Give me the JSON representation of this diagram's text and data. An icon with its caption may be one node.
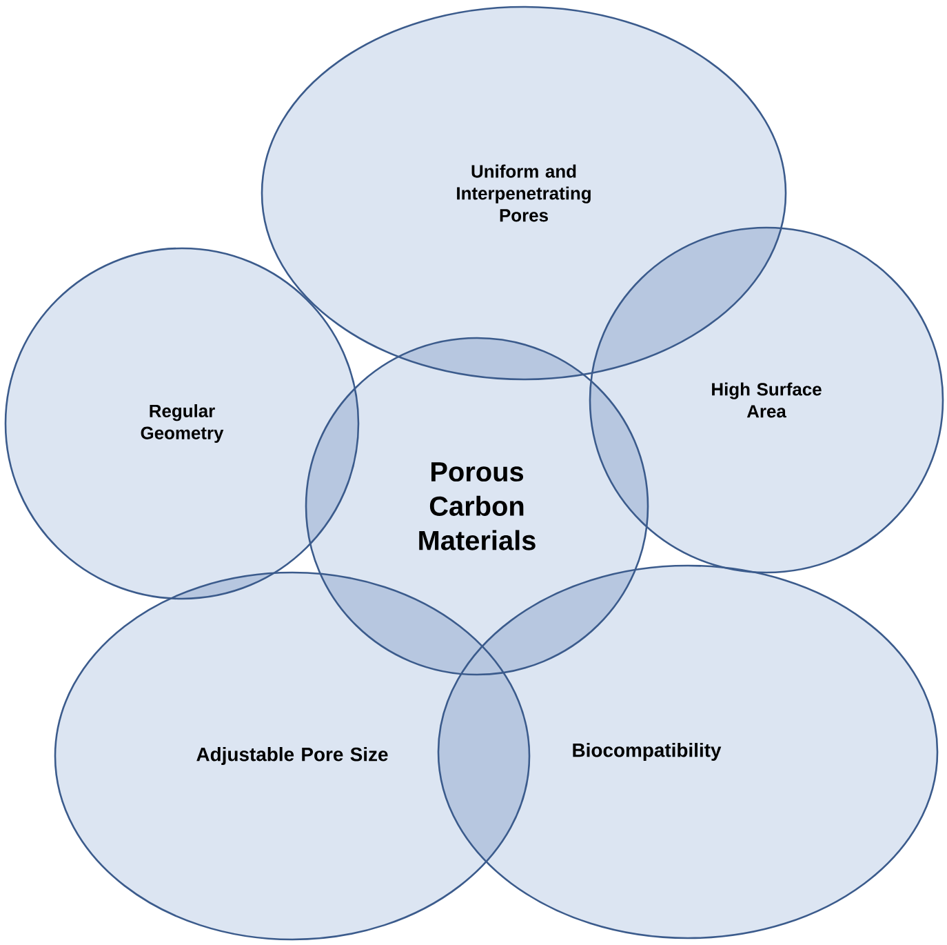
{
  "diagram": {
    "nodes": [
      {
        "text": [
          "Uniform and Interpenetrating Pores"
        ]
      },
      {
        "text": [
          "Regular Geometry"
        ]
      },
      {
        "text": [
          "High Surface Area"
        ]
      },
      {
        "text": [
          "Porous Carbon Materials"
        ]
      },
      {
        "text": [
          "Adjustable Pore Size"
        ]
      },
      {
        "text": [
          "Biocompatibility"
        ]
      }
    ]
  }
}
